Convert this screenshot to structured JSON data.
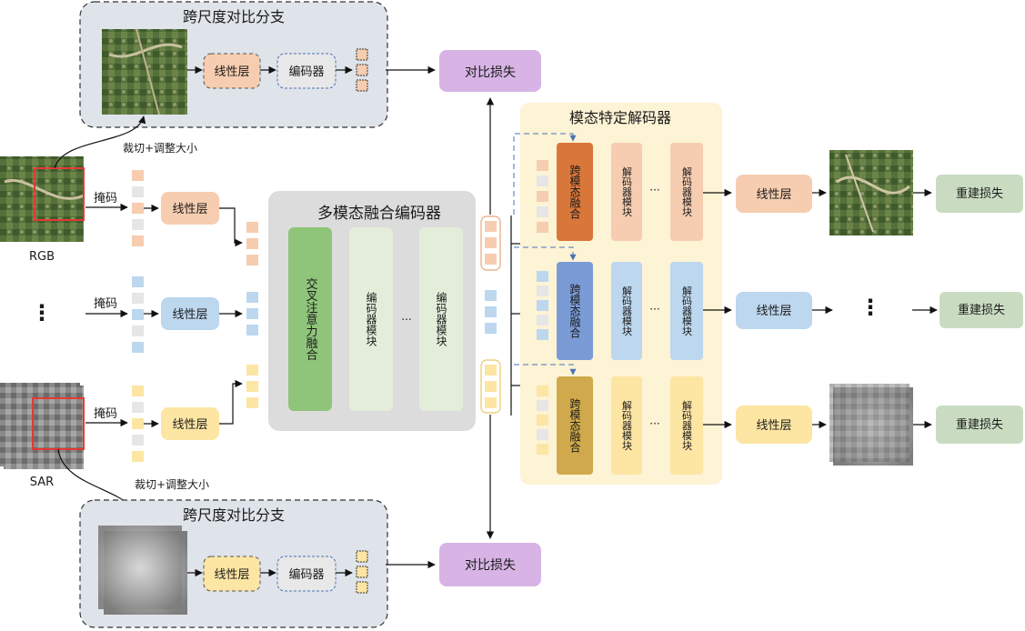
{
  "cross_scale_branch_title": "跨尺度对比分支",
  "contrastive_loss": "对比损失",
  "crop_resize": "裁切+调整大小",
  "mask": "掩码",
  "linear_layer": "线性层",
  "encoder": "编码器",
  "encoder_block": "编码器模块",
  "decoder_block": "解码器模块",
  "ellipsis": "...",
  "h_ellipsis": "···",
  "v_ellipsis": "⋮",
  "fusion_encoder_title": "多模态融合编码器",
  "cross_attention_fusion": "交叉注意力融合",
  "modality_decoder_title": "模态特定解码器",
  "cross_modal_fusion": "跨模态融合",
  "reconstruction_loss": "重建损失",
  "modalities": {
    "rgb": "RGB",
    "sar": "SAR"
  },
  "colors": {
    "rgb_token": "#f6cdb0",
    "rgb_token_border": "#e7a57c",
    "mid_token": "#bcd7ee",
    "sar_token": "#fde5a3",
    "masked_token": "#e6e6e6",
    "loss_box": "#d7b4e5",
    "recon_box": "#c9dcc2",
    "branch_bg": "#dfe3ea",
    "fusion_bg": "#dcdcdc",
    "fusion_inner_green": "#8fc57a",
    "fusion_inner_light": "#e3edd9",
    "decoder_bg": "#fdf3d5",
    "rgb_fusion": "#d9773a",
    "mid_fusion": "#7a9bd6",
    "sar_fusion": "#cfa94b"
  }
}
